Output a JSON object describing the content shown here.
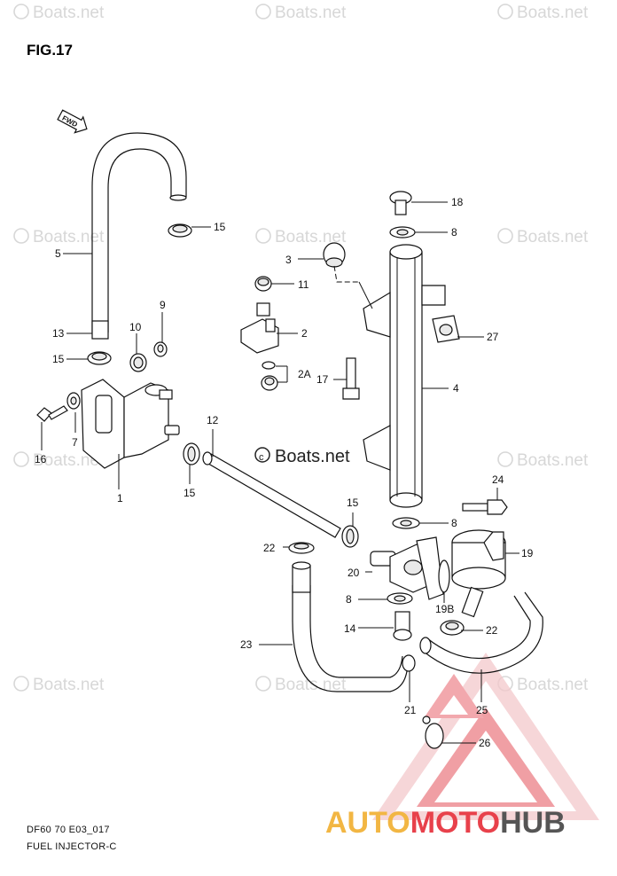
{
  "figure": {
    "title": "FIG.17"
  },
  "watermark": {
    "text": "Boats.net",
    "copyright_icon": "copyright-circle-icon"
  },
  "center_watermark": {
    "text": "Boats.net"
  },
  "direction_marker": {
    "text": "FWD",
    "icon": "forward-arrow-icon"
  },
  "callouts": [
    "1",
    "2",
    "2A",
    "3",
    "4",
    "5",
    "7",
    "8",
    "8",
    "8",
    "9",
    "10",
    "11",
    "12",
    "13",
    "14",
    "15",
    "15",
    "15",
    "15",
    "16",
    "17",
    "18",
    "19",
    "19B",
    "20",
    "21",
    "22",
    "22",
    "23",
    "24",
    "25",
    "26",
    "27"
  ],
  "footer": {
    "code": "DF60 70 E03_017",
    "name": "FUEL INJECTOR-C"
  },
  "logo": {
    "part1": "AUTO",
    "part2": "MOTO",
    "part3": "HUB",
    "colors": {
      "primary": "#f2b643",
      "accent": "#e8414b",
      "dark": "#555555"
    }
  }
}
